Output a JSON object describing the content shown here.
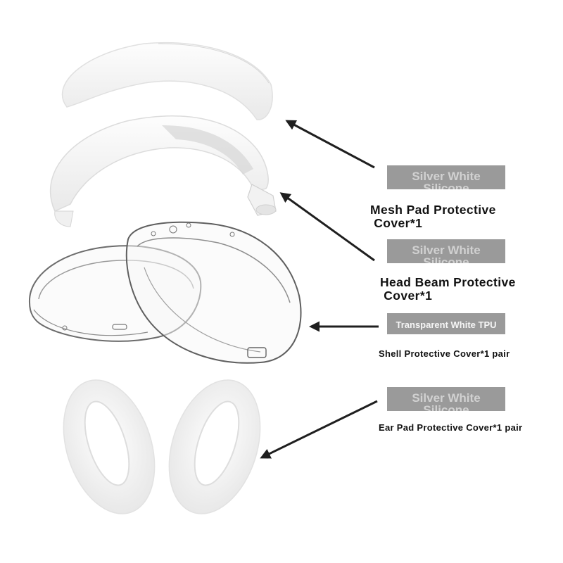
{
  "labels": [
    {
      "tag_lines": [
        "Silver White",
        "Silicone"
      ],
      "caption": "Mesh Pad Protective\n Cover*1"
    },
    {
      "tag_lines": [
        "Silver White",
        "Silicone"
      ],
      "caption": "Head Beam Protective\n Cover*1"
    },
    {
      "tag_lines": [
        "Transparent White TPU"
      ],
      "caption": "Shell Protective Cover*1 pair"
    },
    {
      "tag_lines": [
        "Silver White",
        "Silicone"
      ],
      "caption": "Ear Pad Protective Cover*1 pair"
    }
  ],
  "colors": {
    "arrow": "#1f1f1f",
    "tag_bg": "#9a9a9a",
    "caption": "#111111",
    "silicone": "#f4f4f4",
    "tpu_edge": "#6c6c6c"
  }
}
